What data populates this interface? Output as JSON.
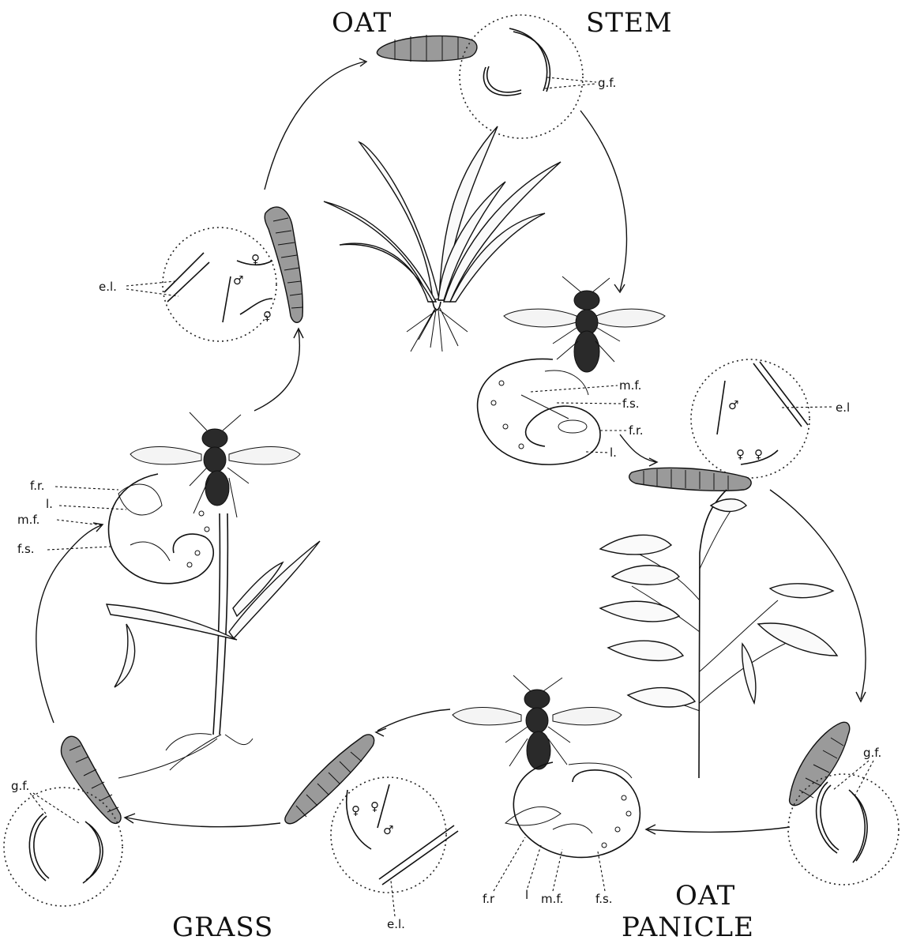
{
  "labels": {
    "oat_stem_left": "OAT",
    "oat_stem_right": "STEM",
    "oat_panicle_top": "OAT",
    "oat_panicle_bottom": "PANICLE",
    "grass": "GRASS"
  },
  "annotations": {
    "top_gf": "g.f.",
    "top_left_el": "e.l.",
    "right_mf": "m.f.",
    "right_fs": "f.s.",
    "right_fr": "f.r.",
    "right_l": "l.",
    "right_el": "e.l",
    "left_fr": "f.r.",
    "left_l": "l.",
    "left_mf": "m.f.",
    "left_fs": "f.s.",
    "bottom_right_gf": "g.f.",
    "bottom_left_gf": "g.f.",
    "bottom_mid_el": "e.l.",
    "panicle_fr": "f.r",
    "panicle_l": "l",
    "panicle_mf": "m.f.",
    "panicle_fs": "f.s."
  },
  "symbols": {
    "female": "♀",
    "male": "♂"
  }
}
